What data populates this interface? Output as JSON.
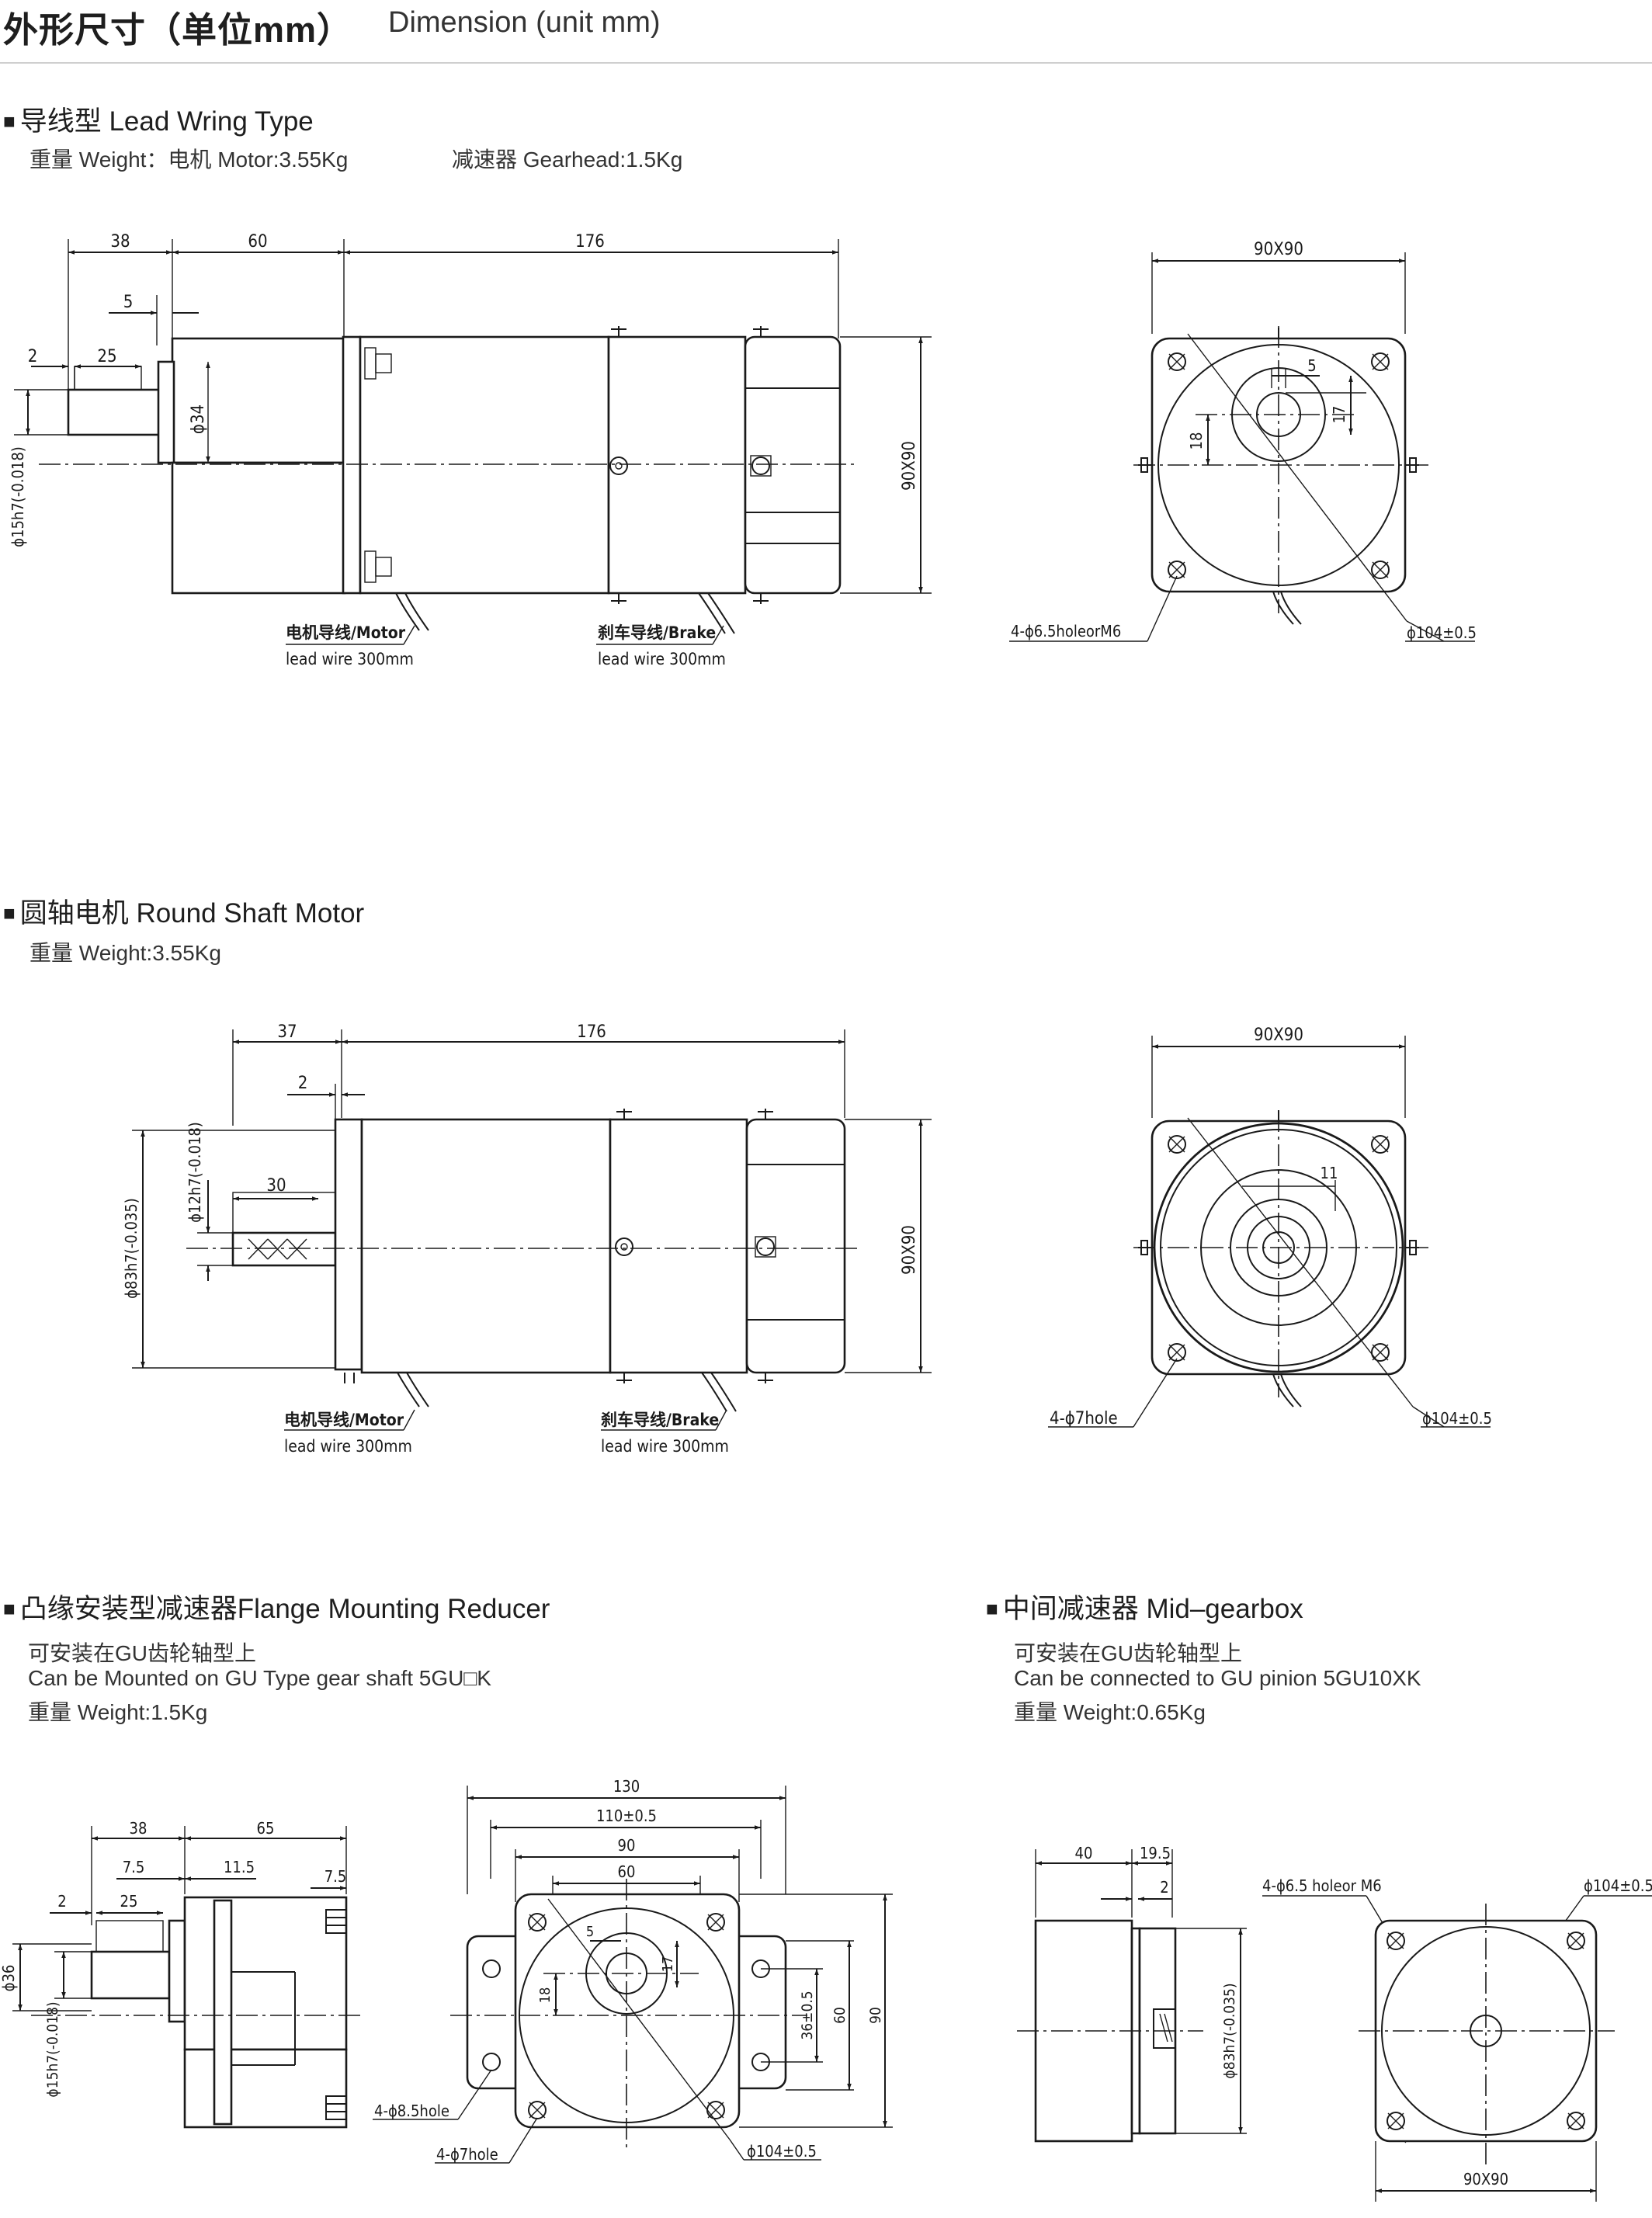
{
  "header": {
    "title_cn": "外形尺寸（单位mm）",
    "title_en": "Dimension (unit mm)"
  },
  "sections": {
    "lead_wiring": {
      "title": "导线型 Lead Wring Type",
      "weight": "重量 Weight：电机 Motor:3.55Kg",
      "gearhead": "减速器 Gearhead:1.5Kg",
      "dims": {
        "d38": "38",
        "d60": "60",
        "d176": "176",
        "d5": "5",
        "d2": "2",
        "d25": "25",
        "d34": "ϕ34",
        "d90x90_side": "90X90",
        "d15h7": "ϕ15h7(-0.018)",
        "d90x90_front": "90X90",
        "d5b": "5",
        "d17": "17",
        "d18": "18",
        "hole": "4-ϕ6.5holeorM6",
        "pcd": "ϕ104±0.5",
        "motor_lead_1": "电机导线/Motor",
        "motor_lead_2": "lead wire 300mm",
        "brake_lead_1": "刹车导线/Brake",
        "brake_lead_2": "lead wire 300mm"
      }
    },
    "round_shaft": {
      "title": "圆轴电机 Round Shaft Motor",
      "weight": "重量 Weight:3.55Kg",
      "dims": {
        "d37": "37",
        "d176": "176",
        "d2": "2",
        "d30": "30",
        "d12h7": "ϕ12h7(-0.018)",
        "d83h7": "ϕ83h7(-0.035)",
        "d90x90_side": "90X90",
        "d90x90_front": "90X90",
        "d11": "11",
        "hole": "4-ϕ7hole",
        "pcd": "ϕ104±0.5",
        "motor_lead_1": "电机导线/Motor",
        "motor_lead_2": "lead wire 300mm",
        "brake_lead_1": "刹车导线/Brake",
        "brake_lead_2": "lead wire 300mm"
      }
    },
    "flange_reducer": {
      "title": "凸缘安装型减速器Flange Mounting Reducer",
      "line1": "可安装在GU齿轮轴型上",
      "line2": "Can be Mounted on GU Type gear shaft 5GU□K",
      "line3": "重量 Weight:1.5Kg",
      "dims": {
        "d38": "38",
        "d65": "65",
        "d7_5a": "7.5",
        "d11_5": "11.5",
        "d7_5b": "7.5",
        "d2": "2",
        "d25": "25",
        "d36": "ϕ36",
        "d15h7": "ϕ15h7(-0.018)",
        "d130": "130",
        "d110": "110±0.5",
        "d90": "90",
        "d60": "60",
        "d5": "5",
        "d17": "17",
        "d18": "18",
        "d36b": "36±0.5",
        "d60b": "60",
        "d90b": "90",
        "hole_a": "4-ϕ8.5hole",
        "hole_b": "4-ϕ7hole",
        "pcd": "ϕ104±0.5"
      }
    },
    "mid_gearbox": {
      "title": "中间减速器 Mid–gearbox",
      "line1": "可安装在GU齿轮轴型上",
      "line2": "Can be connected to GU pinion 5GU10XK",
      "line3": "重量 Weight:0.65Kg",
      "dims": {
        "d40": "40",
        "d19_5": "19.5",
        "d2": "2",
        "d83h7": "ϕ83h7(-0.035)",
        "hole": "4-ϕ6.5 holeor M6",
        "pcd": "ϕ104±0.5",
        "d90x90": "90X90"
      }
    }
  }
}
